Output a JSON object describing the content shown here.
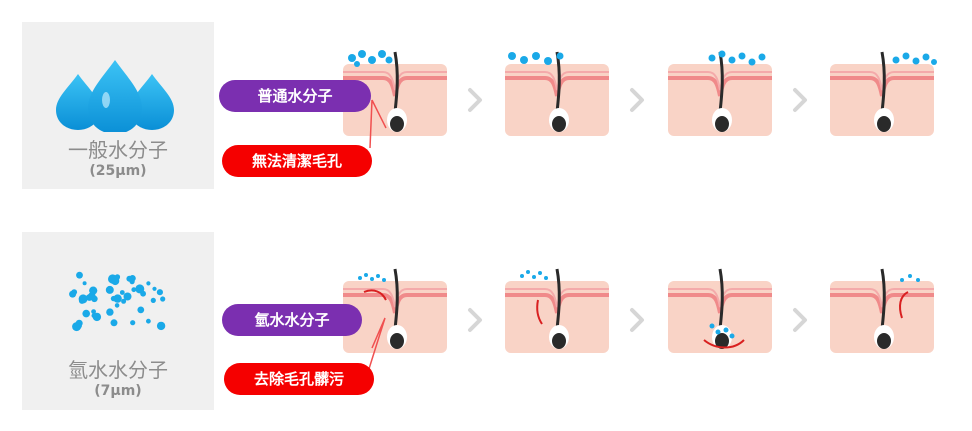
{
  "rows": [
    {
      "panel_name": "一般水分子",
      "panel_size": "(25μm)",
      "tag_molecule": "普通水分子",
      "tag_effect": "無法清潔毛孔",
      "icon": "water-drops-icon"
    },
    {
      "panel_name": "氫水水分子",
      "panel_size": "(7μm)",
      "tag_molecule": "氫水水分子",
      "tag_effect": "去除毛孔髒污",
      "icon": "small-droplets-icon"
    }
  ],
  "icons": {
    "arrow": "chevron-right-icon"
  },
  "colors": {
    "purple_tag": "#7b2fb0",
    "red_tag": "#f50000",
    "skin": "#f9d3c6",
    "skin_edge": "#f08a8a",
    "water": "#1aa9e8",
    "chevron": "#d6d6d6",
    "panel_bg": "#f0f0f0",
    "hair": "#2a2a2a"
  }
}
